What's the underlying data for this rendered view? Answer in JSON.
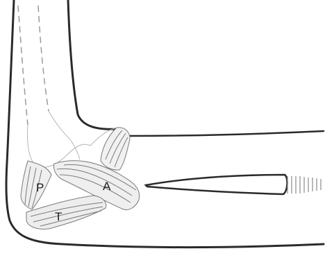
{
  "labels": {
    "p": "P",
    "a": "A",
    "t": "T"
  },
  "colors": {
    "outline": "#2a2a2a",
    "ligament": "#888888",
    "dashed": "#9a9a9a",
    "background": "#ffffff"
  }
}
